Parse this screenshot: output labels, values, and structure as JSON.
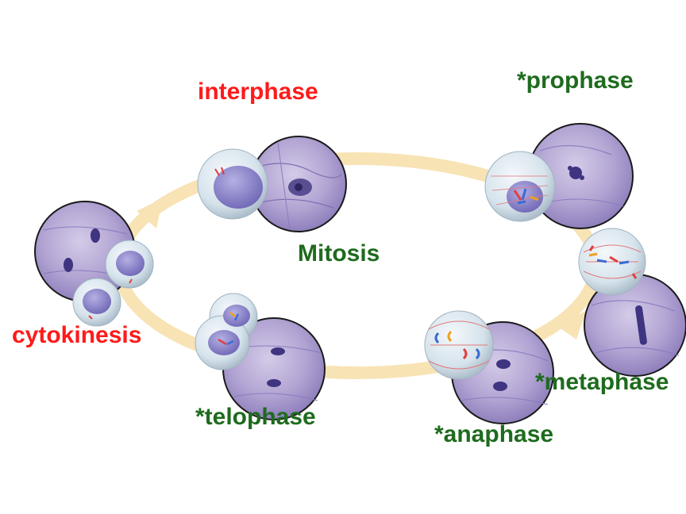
{
  "labels": {
    "interphase": "interphase",
    "prophase": "*prophase",
    "mitosis": "Mitosis",
    "cytokinesis": "cytokinesis",
    "metaphase": "*metaphase",
    "telophase": "*telophase",
    "anaphase": "*anaphase"
  },
  "colors": {
    "cycle_arrow": "#f8e3b5",
    "red_label": "#ff1a1a",
    "green_label": "#1e6b1e",
    "micrograph": "#b8a8d6",
    "cell_shell": "#d9e6ef",
    "nucleus": "#8a82c9"
  },
  "stages": [
    {
      "name": "interphase",
      "icon": "interphase-cell-illustration"
    },
    {
      "name": "prophase",
      "icon": "prophase-cell-illustration"
    },
    {
      "name": "metaphase",
      "icon": "metaphase-cell-illustration"
    },
    {
      "name": "anaphase",
      "icon": "anaphase-cell-illustration"
    },
    {
      "name": "telophase",
      "icon": "telophase-cell-illustration"
    },
    {
      "name": "cytokinesis",
      "icon": "cytokinesis-cell-illustration"
    }
  ]
}
